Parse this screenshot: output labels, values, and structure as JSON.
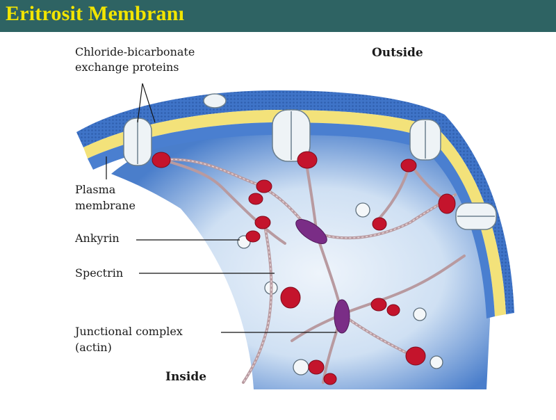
{
  "title": "Eritrosit Membranı",
  "colors": {
    "title_bar": "#2e6363",
    "title_text": "#f2e500",
    "membrane_blue": "#3f74c8",
    "lipid_yellow": "#f3e27a",
    "ankyrin_red": "#c4142c",
    "junction_purple": "#7a2d86"
  },
  "labels": {
    "chloride_line1": "Chloride-bicarbonate",
    "chloride_line2": "exchange proteins",
    "outside": "Outside",
    "plasma_line1": "Plasma",
    "plasma_line2": "membrane",
    "ankyrin": "Ankyrin",
    "spectrin": "Spectrin",
    "junctional_line1": "Junctional complex",
    "junctional_line2": "(actin)",
    "inside": "Inside"
  }
}
